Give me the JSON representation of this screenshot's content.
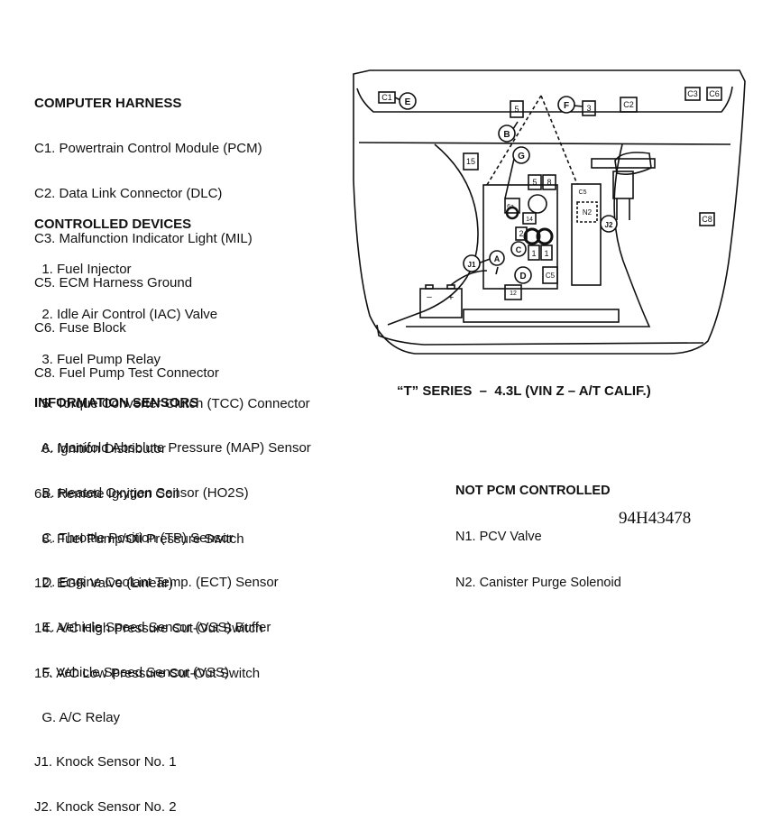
{
  "computer_harness": {
    "heading": "COMPUTER HARNESS",
    "items": [
      "C1. Powertrain Control Module (PCM)",
      "C2. Data Link Connector (DLC)",
      "C3. Malfunction Indicator Light (MIL)",
      "C5. ECM Harness Ground",
      "C6. Fuse Block",
      "C8. Fuel Pump Test Connector"
    ]
  },
  "controlled_devices": {
    "heading": "CONTROLLED DEVICES",
    "items": [
      "  1. Fuel Injector",
      "  2. Idle Air Control (IAC) Valve",
      "  3. Fuel Pump Relay",
      "  5. Torque Converter Clutch (TCC) Connector",
      "  6. Ignition Distributor",
      "6a. Remote Ignition Coil",
      "  8. Fuel Pump/Oil Pressure Switch",
      "12. EGR Valve (Linear)",
      "14. A/C High Pressure Cut-Out Switch",
      "15. A/C Low Pressure Cut-Out Switch"
    ]
  },
  "information_sensors": {
    "heading": "INFORMATION SENSORS",
    "items": [
      "  A. Manifold Absolute Pressure (MAP) Sensor",
      "  B. Heated Oxygen Sensor (HO2S)",
      "  C. Throttle Position (TP) Sensor",
      "  D. Engine Coolant Temp. (ECT) Sensor",
      "  E. Vehicle Speed Sensor (VSS) Buffer",
      "  F. Vehicle Speed Sensor (VSS)",
      "  G. A/C Relay",
      "J1. Knock Sensor No. 1",
      "J2. Knock Sensor No. 2"
    ]
  },
  "caption": "“T” SERIES  –  4.3L (VIN Z – A/T CALIF.)",
  "not_pcm": {
    "heading": "NOT PCM CONTROLLED",
    "items": [
      "N1. PCV Valve",
      "N2. Canister Purge Solenoid"
    ]
  },
  "figure_id": "94H43478",
  "diagram_labels": {
    "c1": "C1",
    "e": "E",
    "c2": "C2",
    "c6": "C6",
    "c3": "C3",
    "c8": "C8",
    "c5box": "C5",
    "n2": "N2",
    "j1": "J1",
    "j2": "J2",
    "a": "A",
    "b": "B",
    "c": "C",
    "d": "D",
    "f": "F",
    "g": "G",
    "n5": "5",
    "n3": "3",
    "n15": "15",
    "n8": "8",
    "n6a": "6a",
    "n2box": "2",
    "n1a": "1",
    "n1b": "1",
    "n12": "12",
    "n14": "14"
  }
}
